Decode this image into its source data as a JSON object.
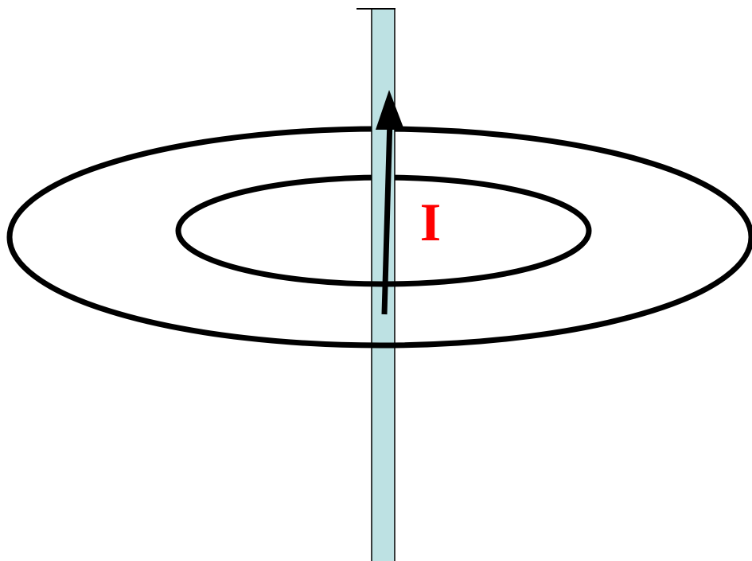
{
  "diagram": {
    "current_label": "I",
    "colors": {
      "background": "#ffffff",
      "wire_fill": "#bde1e3",
      "wire_stroke": "#000000",
      "field_lines": "#000000",
      "arrow": "#000000",
      "label": "#ff0000"
    },
    "elements": {
      "wire": "straight-conductor",
      "field": "concentric-magnetic-field-loops",
      "arrow": "current-direction-arrow-up"
    }
  }
}
